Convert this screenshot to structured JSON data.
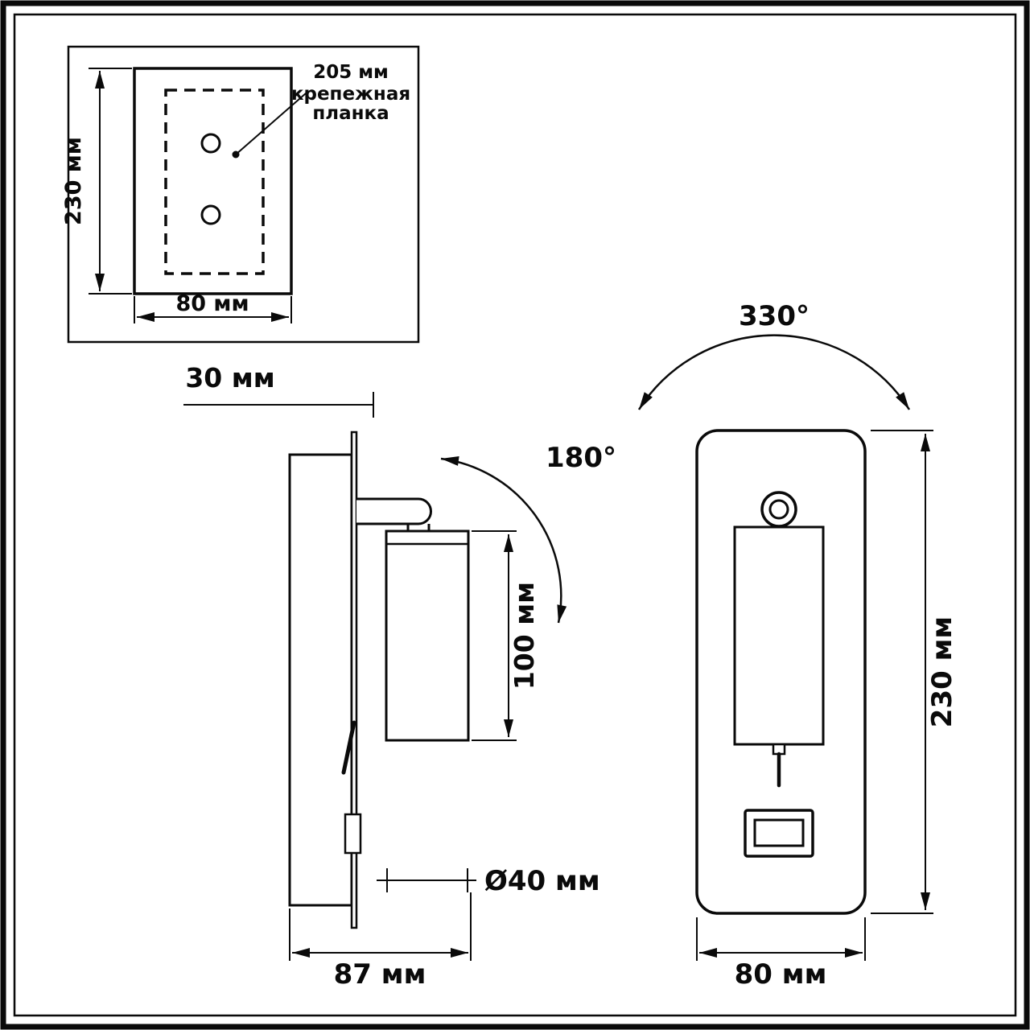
{
  "drawing": {
    "back_view": {
      "height": "230 мм",
      "width": "80 мм",
      "mount_plate_dim": "205 мм",
      "mount_plate_line1": "крепежная",
      "mount_plate_line2": "планка"
    },
    "side_view": {
      "recess_depth": "30 мм",
      "tilt_angle": "180°",
      "spot_length": "100 мм",
      "spot_diameter": "Ø40 мм",
      "total_depth": "87 мм"
    },
    "front_view": {
      "rotation_angle": "330°",
      "height": "230 мм",
      "width": "80 мм"
    }
  }
}
